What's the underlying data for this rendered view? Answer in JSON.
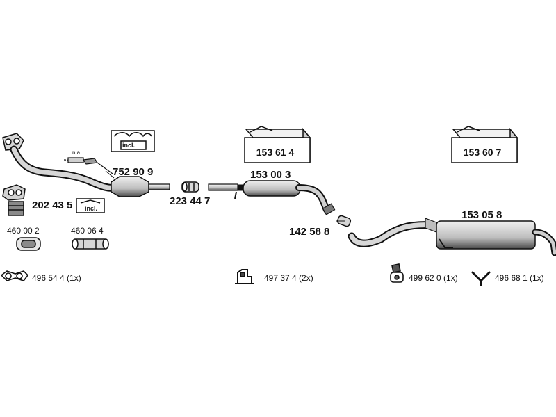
{
  "parts": {
    "pipe_front_main": "752 90 9",
    "na_note": "n.a.",
    "incl_front": "incl.",
    "incl_gasket": "incl.",
    "clamp_ring": "223 44 7",
    "middle_silencer": "153 00 3",
    "center_pipe": "142 58 8",
    "rear_silencer": "153 05 8",
    "kit_middle": "153 61 4",
    "kit_rear": "153 60 7",
    "gasket_set": "202 43 5",
    "gasket_a": "460 00 2",
    "gasket_b": "460 06 4"
  },
  "legend": {
    "flange_gasket": "496 54 4 (1x)",
    "hanger_bracket": "497 37 4 (2x)",
    "rubber_mount": "499 62 0  (1x)",
    "y_holder": "496 68 1 (1x)"
  },
  "colors": {
    "line": "#111111",
    "fill_light": "#dcdcdc",
    "fill_dark": "#6a6a6a"
  }
}
